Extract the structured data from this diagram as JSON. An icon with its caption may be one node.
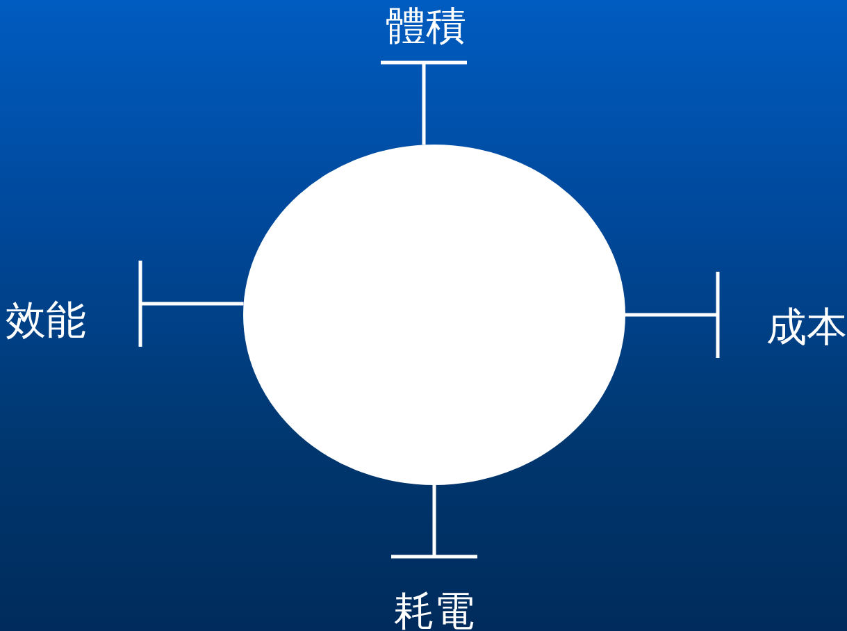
{
  "diagram": {
    "nodes": [
      {
        "text": [
          "體積"
        ]
      },
      {
        "text": [
          "效能"
        ]
      },
      {
        "text": [],
        "shape": "circle"
      },
      {
        "text": [
          "成本"
        ]
      },
      {
        "text": [
          "耗電"
        ]
      }
    ],
    "edges": [
      {
        "from": 2,
        "to": 0,
        "arrow": "other"
      },
      {
        "from": 2,
        "to": 1,
        "arrow": "other"
      },
      {
        "from": 2,
        "to": 3,
        "arrow": "other"
      },
      {
        "from": 2,
        "to": 4,
        "arrow": "other"
      }
    ]
  }
}
